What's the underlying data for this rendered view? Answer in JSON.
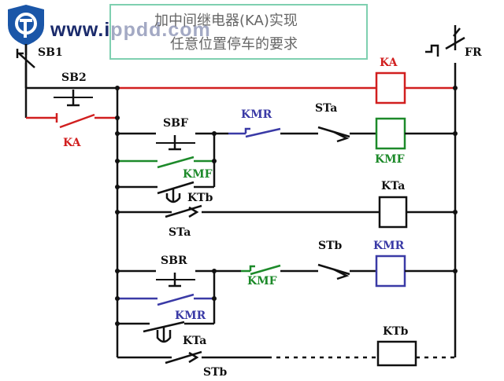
{
  "logo": {
    "site_text": "www.ippdd.com",
    "colors": {
      "mark": "#1a56a8",
      "text": "#1a2a6b"
    }
  },
  "title": {
    "line1": "加中间继电器(KA)实现",
    "line2": "任意位置停车的要求"
  },
  "colors": {
    "black": "#111111",
    "red": "#d11f1f",
    "green": "#1d8a2a",
    "blue": "#3a3aa6",
    "title_border": "#7fd0b0",
    "title_text": "#666666"
  },
  "labels": {
    "sb1": "SB1",
    "sb2": "SB2",
    "ka_contact": "KA",
    "ka_coil": "KA",
    "fr": "FR",
    "sbf": "SBF",
    "kmr_nc_top": "KMR",
    "sta_top": "STa",
    "kmf_coil": "KMF",
    "kmf_seal": "KMF",
    "ktb_contact": "KTb",
    "kta_coil": "KTa",
    "sta_mid": "STa",
    "sbr": "SBR",
    "kmf_nc": "KMF",
    "stb_top": "STb",
    "kmr_coil": "KMR",
    "kmr_seal": "KMR",
    "kta_contact": "KTa",
    "ktb_coil": "KTb",
    "stb_bottom": "STb"
  }
}
